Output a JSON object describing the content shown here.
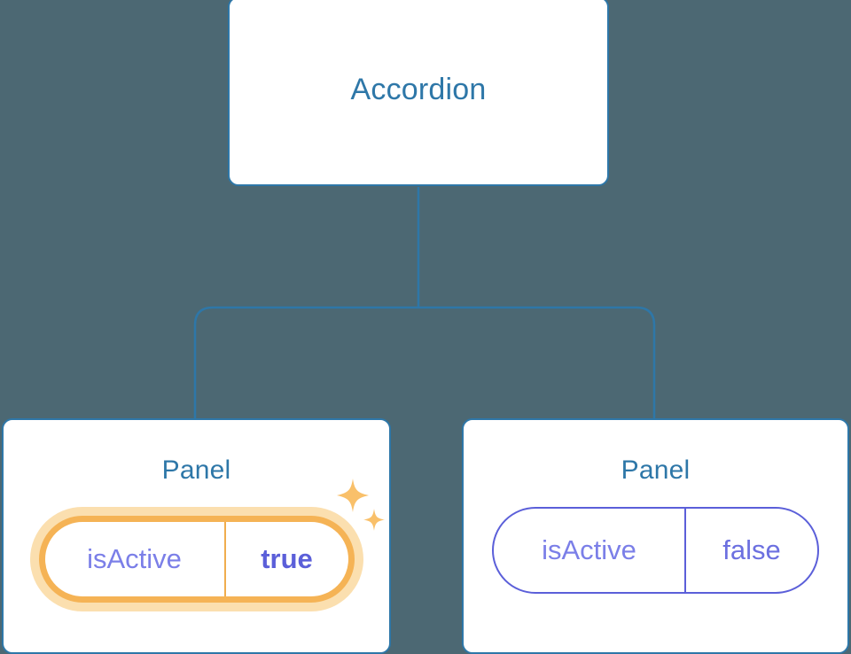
{
  "diagram": {
    "type": "component-tree",
    "background_color": "#4c6873",
    "node_border_color": "#2e77a8",
    "title_color": "#2e77a8",
    "highlight_color": "#f5b355",
    "highlight_glow_color": "#fbdfaf",
    "prop_color": "#5b5fd9",
    "prop_key_color": "#7b7fe8",
    "root": {
      "title": "Accordion"
    },
    "children": [
      {
        "title": "Panel",
        "highlighted": true,
        "prop": {
          "key": "isActive",
          "value": "true"
        },
        "sparkle_icons": [
          "sparkle-large-icon",
          "sparkle-small-icon"
        ]
      },
      {
        "title": "Panel",
        "highlighted": false,
        "prop": {
          "key": "isActive",
          "value": "false"
        }
      }
    ]
  }
}
